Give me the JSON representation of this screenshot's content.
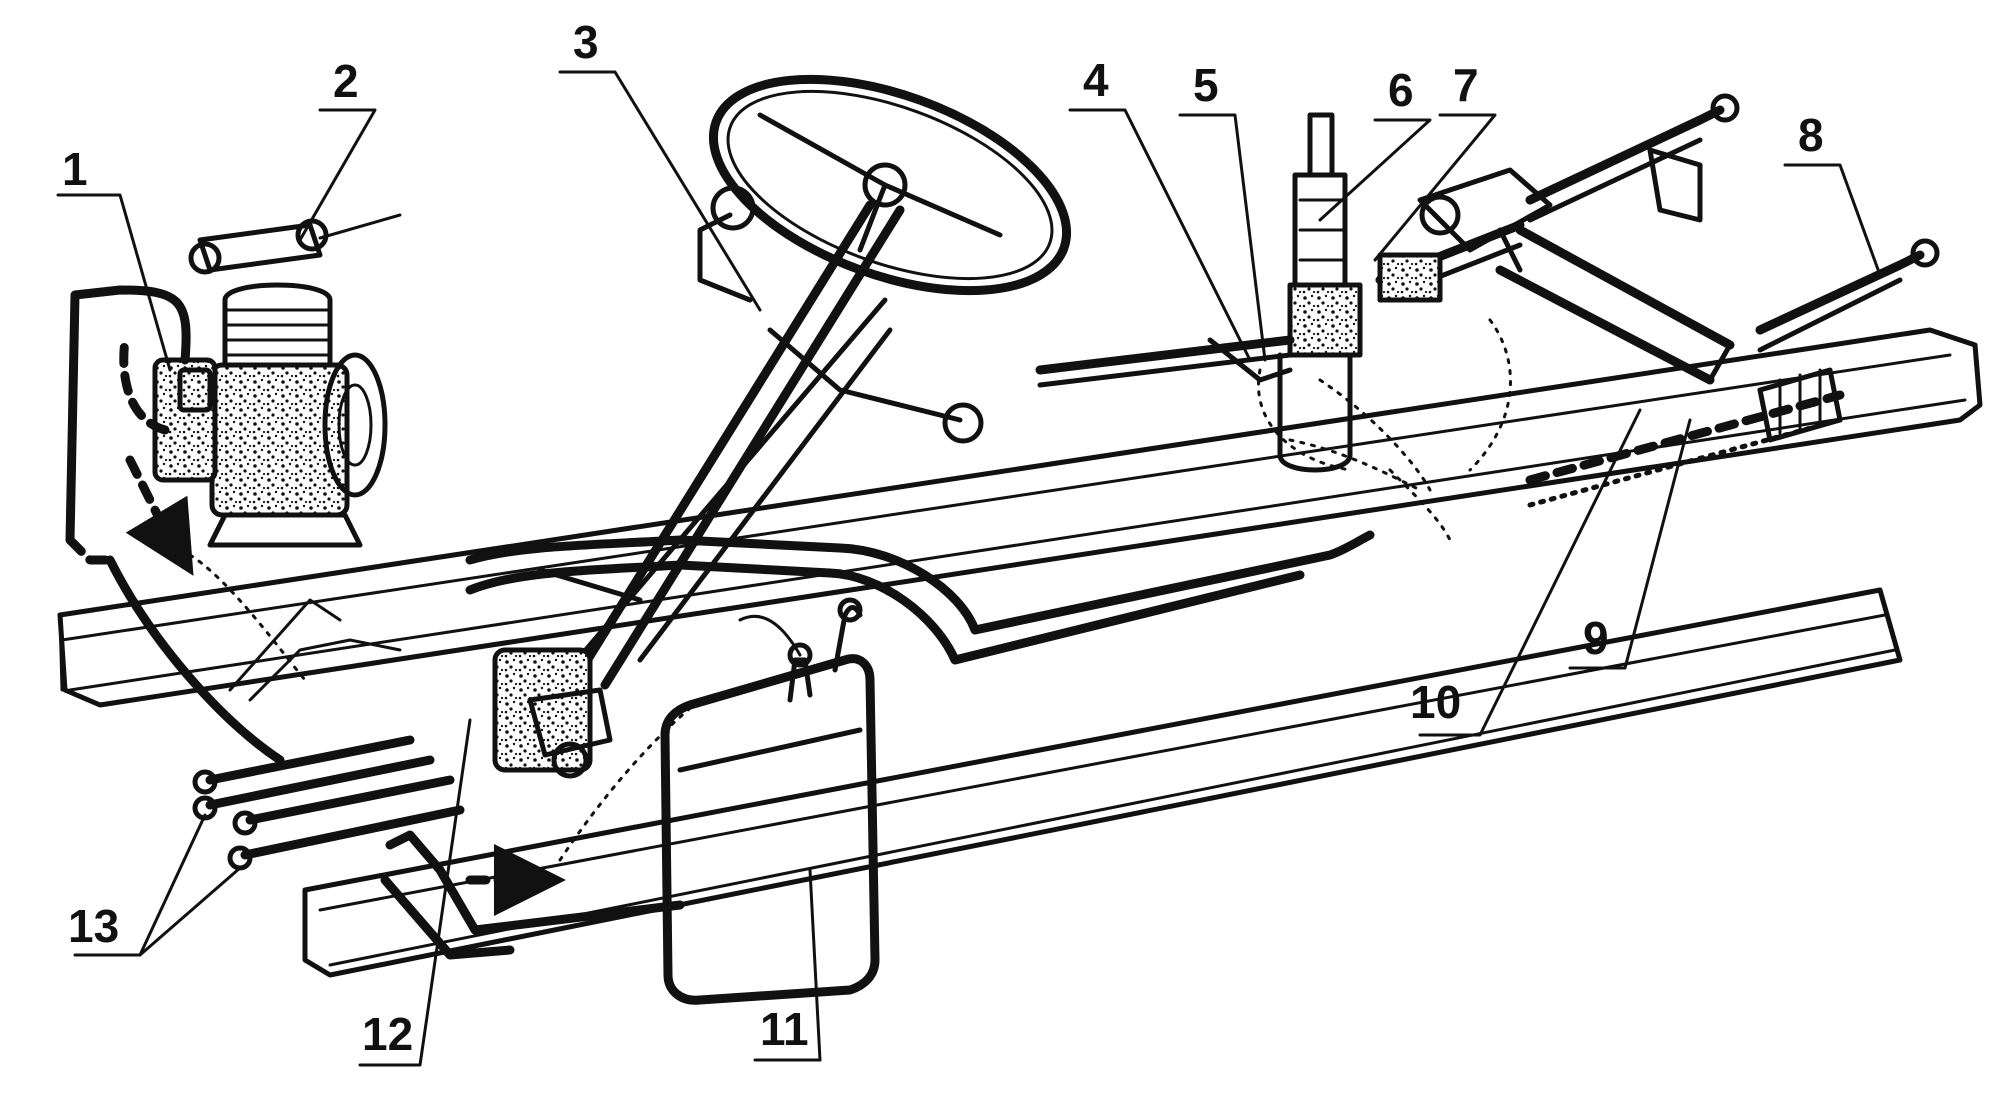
{
  "diagram": {
    "ink_color": "#111111",
    "background": "#ffffff",
    "callouts": [
      {
        "id": "1",
        "label": "1"
      },
      {
        "id": "2",
        "label": "2"
      },
      {
        "id": "3",
        "label": "3"
      },
      {
        "id": "4",
        "label": "4"
      },
      {
        "id": "5",
        "label": "5"
      },
      {
        "id": "6",
        "label": "6"
      },
      {
        "id": "7",
        "label": "7"
      },
      {
        "id": "8",
        "label": "8"
      },
      {
        "id": "9",
        "label": "9"
      },
      {
        "id": "10",
        "label": "10"
      },
      {
        "id": "11",
        "label": "11"
      },
      {
        "id": "12",
        "label": "12"
      },
      {
        "id": "13",
        "label": "13"
      }
    ]
  }
}
